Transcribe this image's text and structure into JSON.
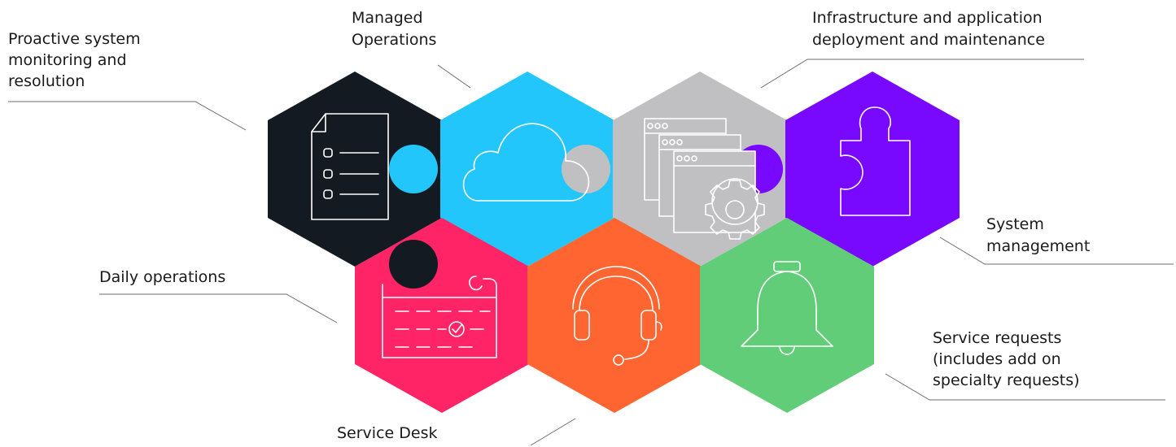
{
  "diagram": {
    "labels": {
      "proactive": [
        "Proactive system",
        "monitoring and",
        "resolution"
      ],
      "managed": [
        "Managed",
        "Operations"
      ],
      "infrastructure": [
        "Infrastructure and application",
        "deployment and maintenance"
      ],
      "system": [
        "System",
        "management"
      ],
      "daily": [
        "Daily operations"
      ],
      "service_requests": [
        "Service requests",
        "(includes add on",
        "specialty requests)"
      ],
      "service_desk": [
        "Service Desk"
      ]
    },
    "pieces": [
      {
        "id": "proactive",
        "color": "#141a21",
        "icon": "checklist-icon"
      },
      {
        "id": "managed",
        "color": "#23c6fb",
        "icon": "cloud-icon"
      },
      {
        "id": "infrastructure",
        "color": "#c0c0c2",
        "icon": "windows-gear-icon"
      },
      {
        "id": "system",
        "color": "#7809fe",
        "icon": "puzzle-piece-icon"
      },
      {
        "id": "daily",
        "color": "#fe2465",
        "icon": "calendar-icon"
      },
      {
        "id": "service_desk",
        "color": "#fe6530",
        "icon": "headset-icon"
      },
      {
        "id": "service_requests",
        "color": "#61cd78",
        "icon": "bell-icon"
      }
    ]
  }
}
